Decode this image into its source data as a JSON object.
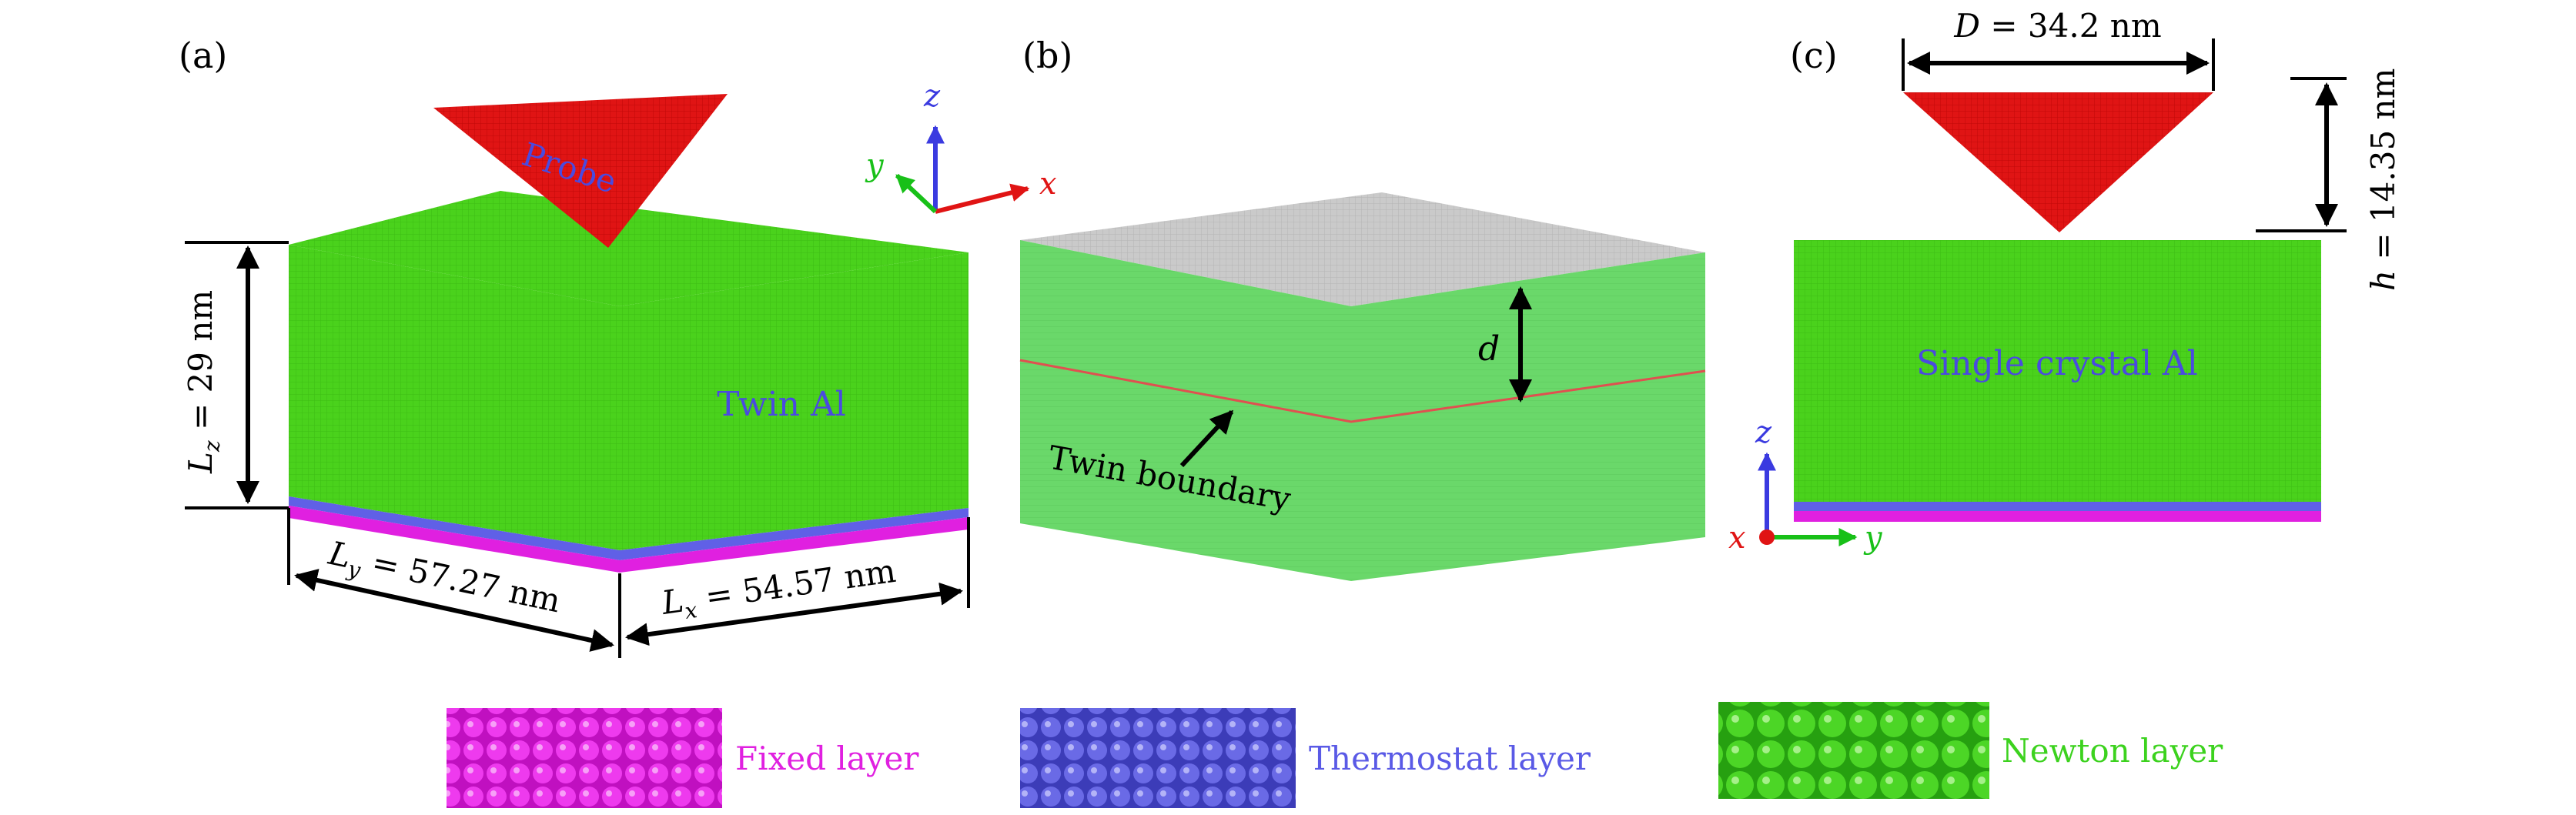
{
  "panels": {
    "a": {
      "tag": "(a)",
      "probe_label": "Probe",
      "sample_label": "Twin Al",
      "Lz_label": "L",
      "Lz_sub": "z",
      "Lz_value": " = 29 nm",
      "Ly_label": "L",
      "Ly_sub": "y",
      "Ly_value": " = 57.27 nm",
      "Lx_label": "L",
      "Lx_sub": "x",
      "Lx_value": " = 54.57 nm",
      "axis_z": "z",
      "axis_y": "y",
      "axis_x": "x"
    },
    "b": {
      "tag": "(b)",
      "d_label": "d",
      "boundary_label": "Twin boundary"
    },
    "c": {
      "tag": "(c)",
      "D_label": "D",
      "D_value": " = 34.2 nm",
      "h_label": "h",
      "h_value": " = 14.35 nm",
      "sample_label": "Single crystal Al",
      "axis_z": "z",
      "axis_x": "x",
      "axis_y": "y"
    }
  },
  "legend": [
    {
      "label": "Fixed layer",
      "color": "#e61ee6"
    },
    {
      "label": "Thermostat layer",
      "color": "#5a5ae6"
    },
    {
      "label": "Newton layer",
      "color": "#3cd21e"
    }
  ],
  "colors": {
    "probe": "#e01010",
    "newton": "#4ad21c",
    "newton_side": "#3fc41a",
    "twin_green": "#66d466",
    "twin_top": "#c8c8c8",
    "fixed": "#e020e0",
    "thermostat": "#5a5ae6",
    "boundary": "#e05050",
    "label_blue": "#4a4ae0"
  }
}
